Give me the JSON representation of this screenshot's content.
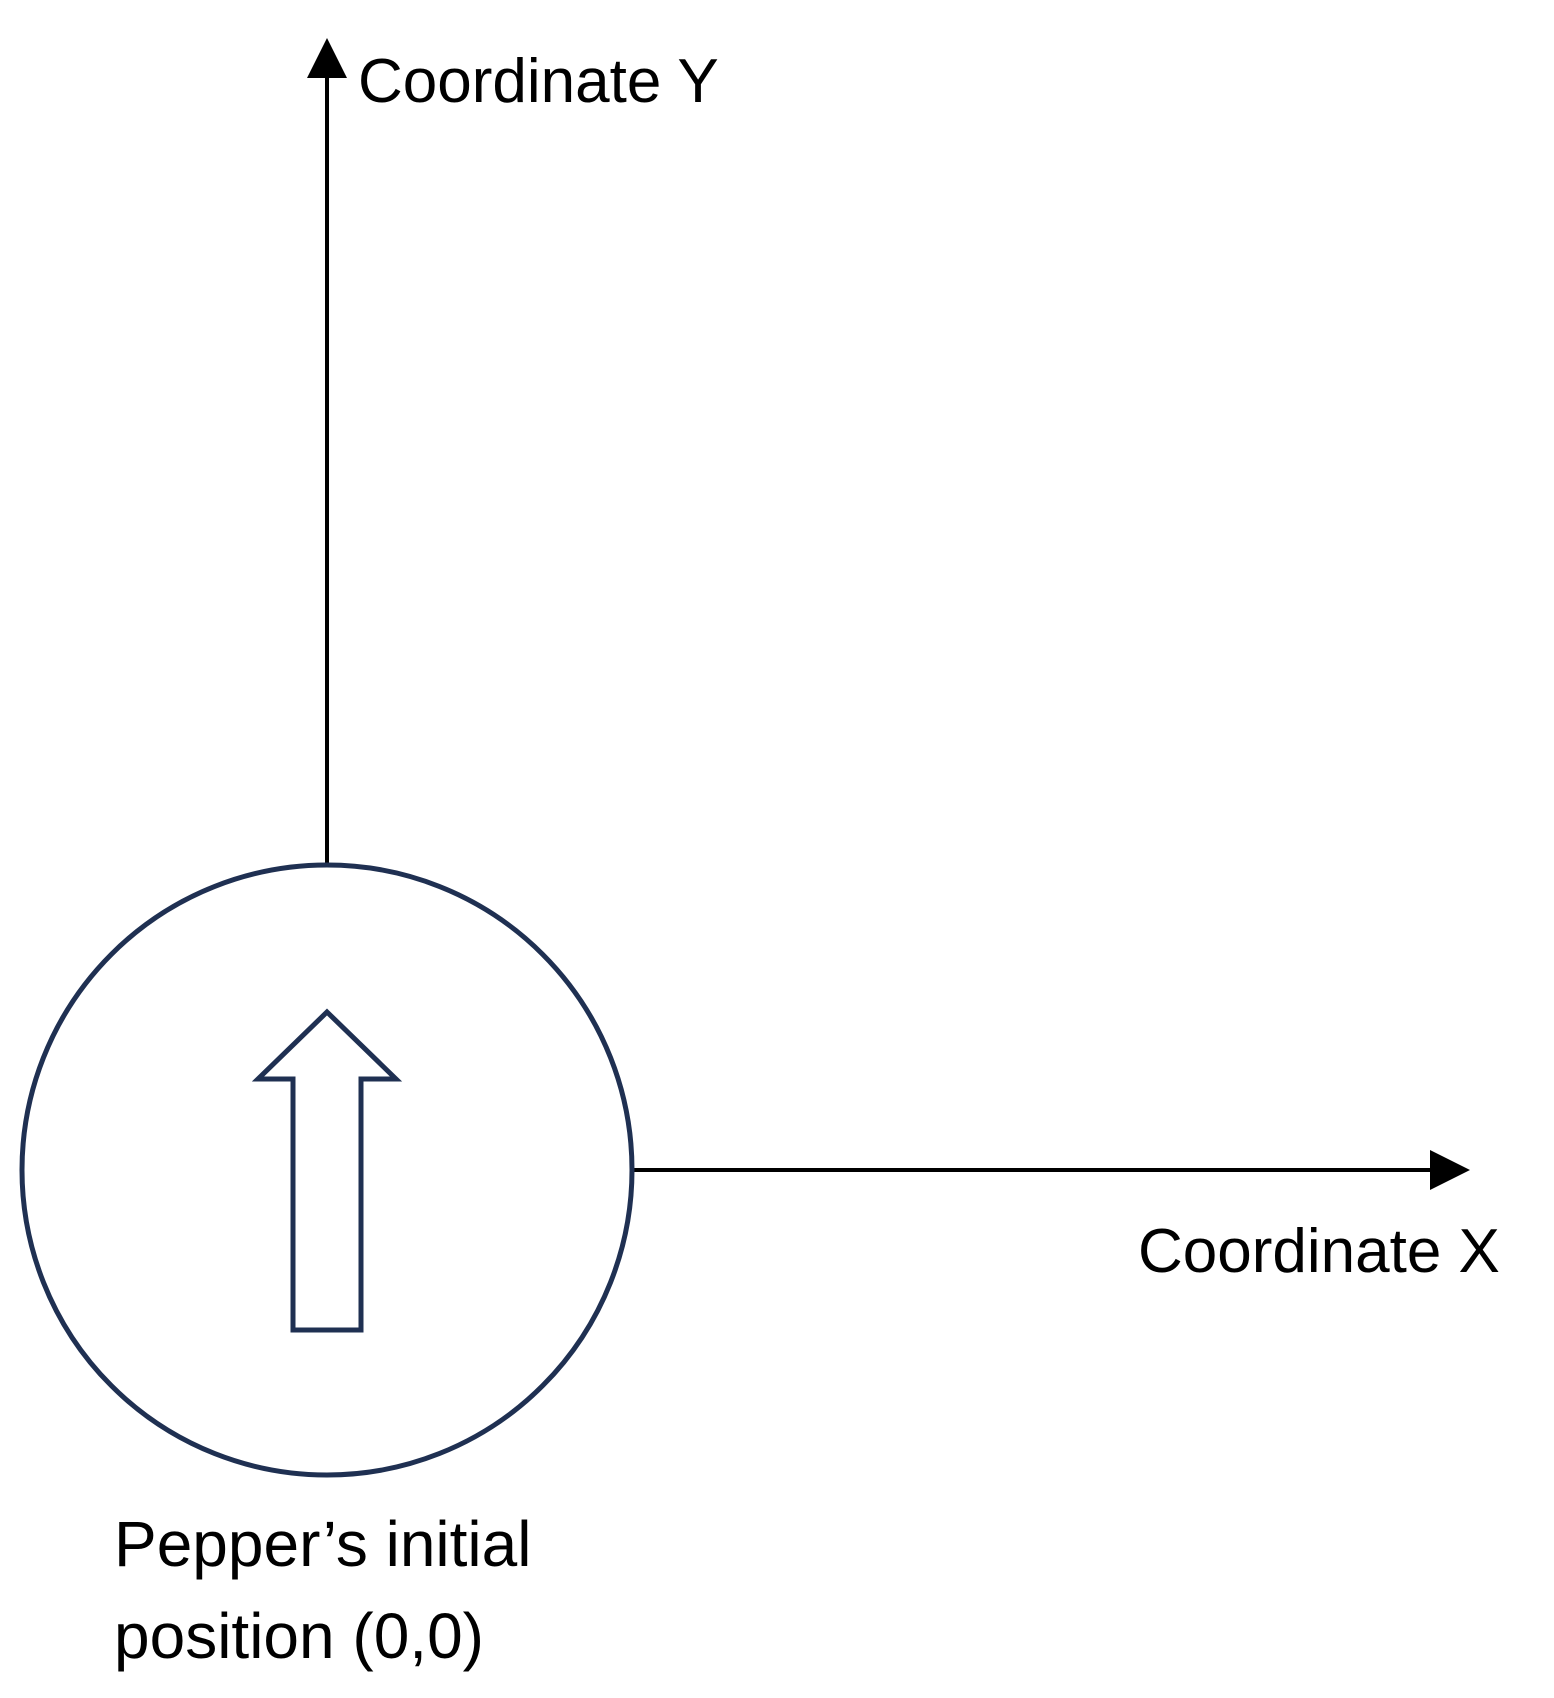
{
  "axes": {
    "y_label": "Coordinate Y",
    "x_label": "Coordinate X"
  },
  "robot": {
    "caption_line1": "Pepper’s initial",
    "caption_line2": "position (0,0)",
    "outline_color": "#1f3052",
    "icon": "up-arrow-icon"
  },
  "colors": {
    "axis": "#000000",
    "text": "#000000",
    "background": "#ffffff"
  }
}
